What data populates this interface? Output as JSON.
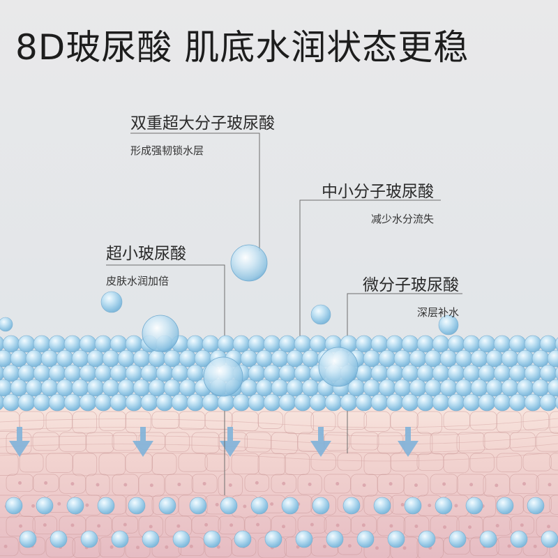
{
  "headline": "8D玻尿酸 肌底水润状态更稳",
  "callouts": [
    {
      "title": "双重超大分子玻尿酸",
      "subtitle": "形成强韧锁水层"
    },
    {
      "title": "中小分子玻尿酸",
      "subtitle": "减少水分流失"
    },
    {
      "title": "超小玻尿酸",
      "subtitle": "皮肤水润加倍"
    },
    {
      "title": "微分子玻尿酸",
      "subtitle": "深层补水"
    }
  ],
  "colors": {
    "background": "#e9e9ea",
    "sphere": "#a9d3ea",
    "sphere_highlight": "#eef8ff",
    "skin_top": "#f8e2dc",
    "skin_bottom": "#e8c2c4",
    "cell_lines": "#c48f8f",
    "arrow": "#7fb3d9",
    "leader_line": "#6d6d6d"
  }
}
